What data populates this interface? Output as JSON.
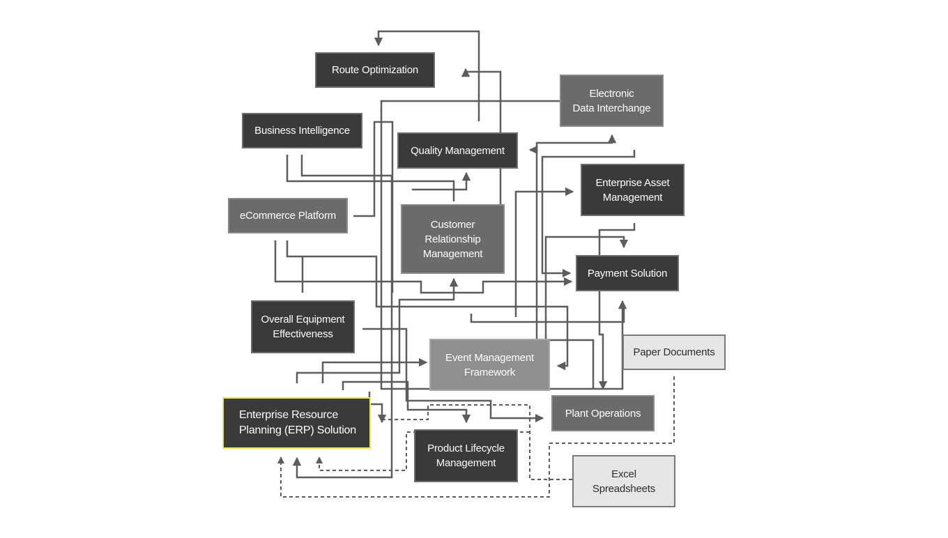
{
  "colors": {
    "line": "#5c5c5c",
    "erp_highlight": "#f2ec4a"
  },
  "nodes": {
    "route_optimization": "Route Optimization",
    "electronic_data_interchange": "Electronic\nData Interchange",
    "business_intelligence": "Business Intelligence",
    "quality_management": "Quality Management",
    "enterprise_asset_management": "Enterprise Asset\nManagement",
    "ecommerce_platform": "eCommerce Platform",
    "customer_relationship_management": "Customer\nRelationship\nManagement",
    "payment_solution": "Payment Solution",
    "overall_equipment_effectiveness": "Overall Equipment\nEffectiveness",
    "event_management_framework": "Event Management\nFramework",
    "paper_documents": "Paper Documents",
    "plant_operations": "Plant Operations",
    "erp_solution": "Enterprise Resource\nPlanning (ERP) Solution",
    "product_lifecycle_management": "Product Lifecycle\nManagement",
    "excel_spreadsheets": "Excel\nSpreadsheets"
  }
}
